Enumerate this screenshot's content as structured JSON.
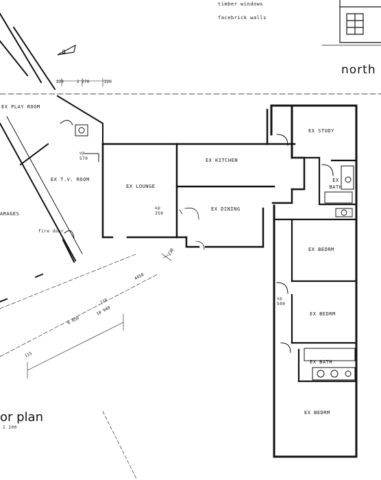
{
  "notes": {
    "timber_windows": "timber windows",
    "facebrick_walls": "facebrick walls"
  },
  "orientation": {
    "label": "north",
    "arrow_letter": "a"
  },
  "plan_title": {
    "title": "or plan",
    "scale": "1 100"
  },
  "rooms": {
    "play_room": "EX PLAY ROOM",
    "tv_room": "EX T.V. ROOM",
    "garages": "ARAGES",
    "lounge": "EX LOUNGE",
    "kitchen": "EX KITCHEN",
    "dining": "EX DINING",
    "study": "EX STUDY",
    "bath1": "EX BATH",
    "bedrm1": "EX BEDRM",
    "bedrm2": "EX BEDRM",
    "bath2": "EX BATH",
    "bedrm3": "EX BEDRM"
  },
  "annotations": {
    "fire_door": "fire door",
    "up_570": "up 570",
    "up_350": "up 350",
    "up_500": "up 500"
  },
  "dimensions": {
    "d_2270": "2 270",
    "d_220a": "220",
    "d_220b": "220",
    "d_4450": "4450",
    "d_6050": "6 050",
    "d_110": "110",
    "d_10940": "10 940",
    "d_230": "230",
    "d_115": "115"
  }
}
